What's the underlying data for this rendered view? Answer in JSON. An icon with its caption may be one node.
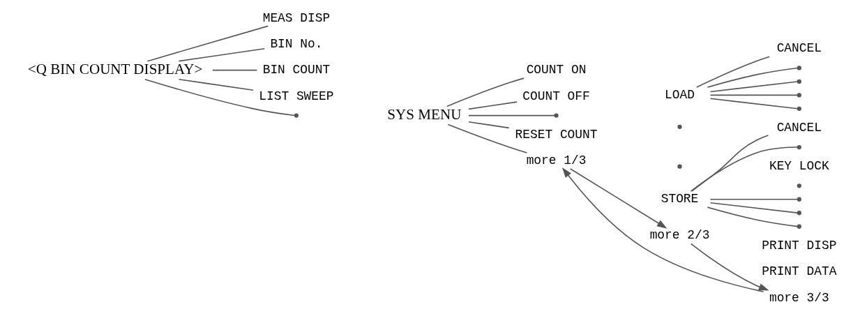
{
  "diagram": {
    "nodes": [
      {
        "text": [
          "<Q BIN COUNT DISPLAY>"
        ]
      },
      {
        "text": [
          "MEAS DISP"
        ]
      },
      {
        "text": [
          "BIN No."
        ]
      },
      {
        "text": [
          "BIN COUNT"
        ]
      },
      {
        "text": [
          "LIST SWEEP"
        ]
      },
      {
        "text": [],
        "shape": "line"
      },
      {
        "text": [
          "SYS MENU"
        ]
      },
      {
        "text": [
          "COUNT ON"
        ]
      },
      {
        "text": [
          "COUNT OFF"
        ]
      },
      {
        "text": [],
        "shape": "line"
      },
      {
        "text": [
          "RESET COUNT"
        ]
      },
      {
        "text": [
          "more 1/3"
        ]
      },
      {
        "text": [
          "LOAD"
        ]
      },
      {
        "text": [],
        "shape": "line"
      },
      {
        "text": [],
        "shape": "line"
      },
      {
        "text": [
          "STORE"
        ]
      },
      {
        "text": [
          "more 2/3"
        ]
      },
      {
        "text": [
          "CANCEL"
        ]
      },
      {
        "text": [],
        "shape": "line"
      },
      {
        "text": [],
        "shape": "line"
      },
      {
        "text": [],
        "shape": "line"
      },
      {
        "text": [],
        "shape": "line"
      },
      {
        "text": [
          "CANCEL"
        ]
      },
      {
        "text": [],
        "shape": "line"
      },
      {
        "text": [],
        "shape": "line"
      },
      {
        "text": [],
        "shape": "line"
      },
      {
        "text": [],
        "shape": "line"
      },
      {
        "text": [
          "PRINT DISP"
        ]
      },
      {
        "text": [
          "PRINT DATA"
        ]
      },
      {
        "text": [
          "KEY LOCK"
        ]
      },
      {
        "text": [],
        "shape": "line"
      },
      {
        "text": [
          "more 3/3"
        ]
      }
    ],
    "edges": [
      {
        "from": 0,
        "to": 1,
        "arrow": "none"
      },
      {
        "from": 0,
        "to": 2,
        "arrow": "none"
      },
      {
        "from": 0,
        "to": 3,
        "arrow": "none"
      },
      {
        "from": 0,
        "to": 4,
        "arrow": "none"
      },
      {
        "from": 0,
        "to": 5,
        "arrow": "none"
      },
      {
        "from": 6,
        "to": 7,
        "arrow": "none"
      },
      {
        "from": 6,
        "to": 8,
        "arrow": "none"
      },
      {
        "from": 6,
        "to": 9,
        "arrow": "none"
      },
      {
        "from": 6,
        "to": 10,
        "arrow": "none"
      },
      {
        "from": 6,
        "to": 11,
        "arrow": "none"
      },
      {
        "from": 12,
        "to": 17,
        "arrow": "none"
      },
      {
        "from": 12,
        "to": 18,
        "arrow": "none"
      },
      {
        "from": 12,
        "to": 19,
        "arrow": "none"
      },
      {
        "from": 12,
        "to": 20,
        "arrow": "none"
      },
      {
        "from": 12,
        "to": 21,
        "arrow": "none"
      },
      {
        "from": 15,
        "to": 22,
        "arrow": "none"
      },
      {
        "from": 15,
        "to": 23,
        "arrow": "none"
      },
      {
        "from": 15,
        "to": 24,
        "arrow": "none"
      },
      {
        "from": 15,
        "to": 25,
        "arrow": "none"
      },
      {
        "from": 15,
        "to": 26,
        "arrow": "none"
      },
      {
        "from": 11,
        "to": 16,
        "arrow": "to"
      },
      {
        "from": 16,
        "to": 31,
        "arrow": "to"
      },
      {
        "from": 31,
        "to": 11,
        "arrow": "to"
      }
    ]
  }
}
